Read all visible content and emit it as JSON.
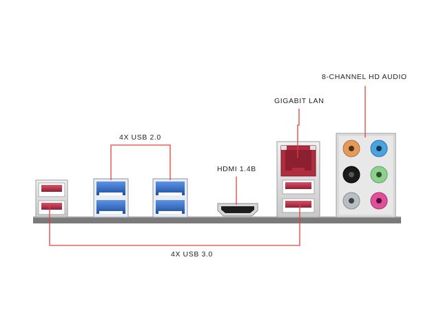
{
  "labels": {
    "usb2": "4X USB 2.0",
    "hdmi": "HDMI 1.4B",
    "lan": "GIGABIT LAN",
    "audio": "8-CHANNEL HD AUDIO",
    "usb3": "4X USB 3.0"
  },
  "colors": {
    "callout_line": "#e0403c",
    "usb3_red": "#c2334a",
    "usb2_blue": "#2e6cc8",
    "bar": "#6b6b6b",
    "audio_orange": "#e39b5a",
    "audio_blue": "#4aa3de",
    "audio_black": "#1a1a1a",
    "audio_green": "#8ed08e",
    "audio_gray": "#b9bec4",
    "audio_pink": "#df4f9a"
  }
}
